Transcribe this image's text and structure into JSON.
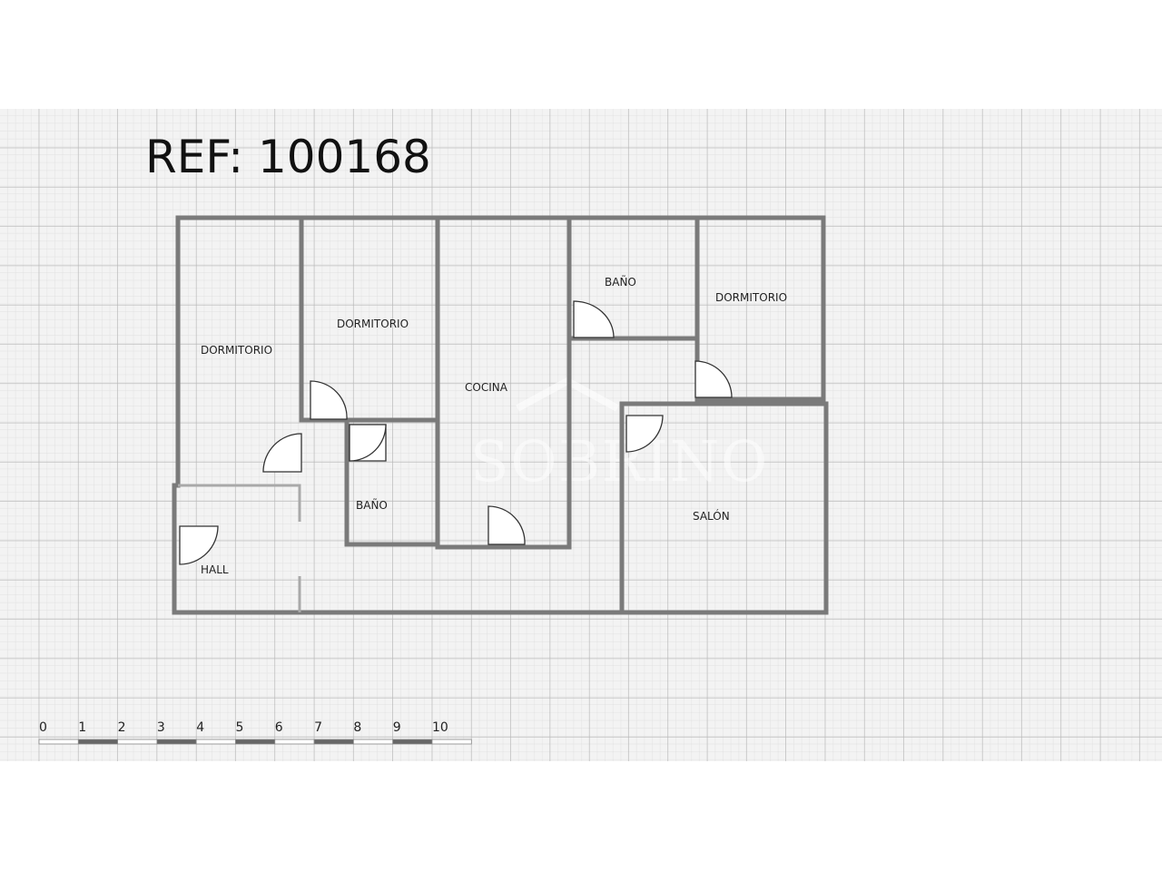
{
  "plan": {
    "reference": "REF: 100168",
    "watermark": "SOBRINO",
    "rooms": {
      "dormitorio_left": "DORMITORIO",
      "dormitorio_center": "DORMITORIO",
      "dormitorio_right": "DORMITORIO",
      "cocina": "COCINA",
      "bano_upper": "BAÑO",
      "bano_lower": "BAÑO",
      "salon": "SALÓN",
      "hall": "HALL"
    },
    "scale": {
      "labels": [
        "0",
        "1",
        "2",
        "3",
        "4",
        "5",
        "6",
        "7",
        "8",
        "9",
        "10"
      ],
      "colors": {
        "dark": "#666666",
        "light": "#ffffff"
      }
    }
  }
}
